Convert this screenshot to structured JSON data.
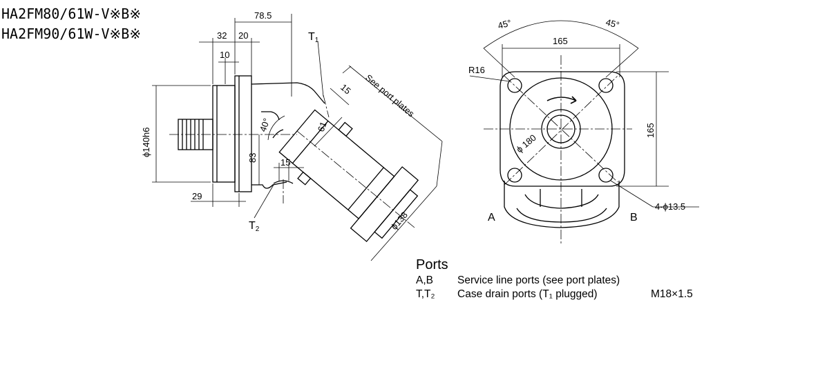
{
  "models": [
    "HA2FM80/61W-V※B※",
    "HA2FM90/61W-V※B※"
  ],
  "side_view": {
    "dims": {
      "d78_5": "78.5",
      "d32": "32",
      "d20": "20",
      "d10": "10",
      "d15_top": "15",
      "d61": "61",
      "d40": "40°",
      "d83": "83",
      "d15_bottom": "15",
      "d29": "29",
      "phi140h6": "ϕ140h6",
      "phi138": "ϕ138"
    },
    "labels": {
      "t1": "T",
      "t1_sub": "1",
      "t2": "T",
      "t2_sub": "2",
      "port_plates": "See port plates"
    }
  },
  "front_view": {
    "dims": {
      "angle_left": "45°",
      "angle_right": "45°",
      "width": "165",
      "height": "165",
      "r16": "R16",
      "phi180": "ϕ 180",
      "holes": "4-ϕ13.5"
    },
    "labels": {
      "a": "A",
      "b": "B"
    }
  },
  "ports": {
    "title": "Ports",
    "rows": [
      {
        "code": "A,B",
        "description": "Service line ports (see port plates)",
        "thread": ""
      },
      {
        "code": "T,T₂",
        "description": "Case drain ports (T₁ plugged)",
        "thread": "M18×1.5"
      }
    ]
  }
}
